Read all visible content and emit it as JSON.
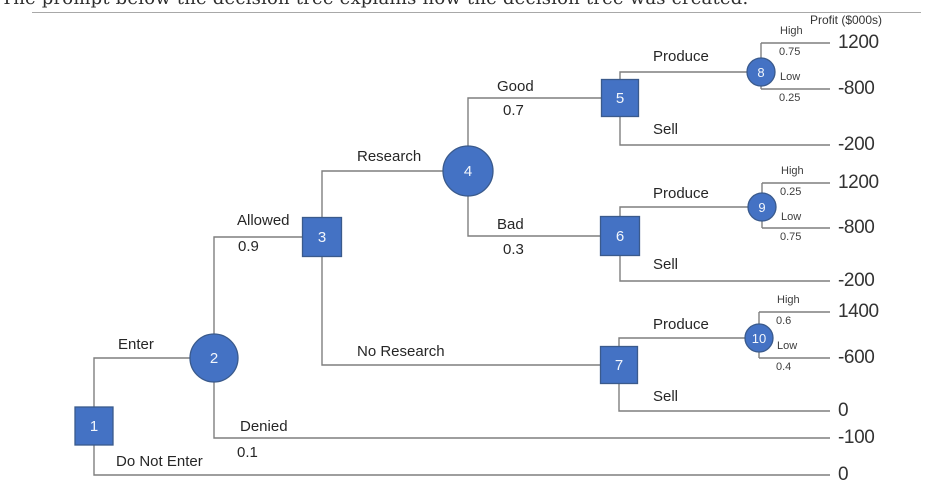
{
  "document": {
    "heading": "The prompt below the decision tree explains how the decision tree was created."
  },
  "figure": {
    "axis_label": "Profit ($000s)",
    "colors": {
      "node_fill": "#4472C4",
      "node_border": "#3A5A8C",
      "line": "#7f7f7f",
      "label_text": "#262626"
    },
    "nodes": [
      {
        "id": "1",
        "type": "decision"
      },
      {
        "id": "2",
        "type": "chance"
      },
      {
        "id": "3",
        "type": "decision"
      },
      {
        "id": "4",
        "type": "chance"
      },
      {
        "id": "5",
        "type": "decision"
      },
      {
        "id": "6",
        "type": "decision"
      },
      {
        "id": "7",
        "type": "decision"
      },
      {
        "id": "8",
        "type": "chance"
      },
      {
        "id": "9",
        "type": "chance"
      },
      {
        "id": "10",
        "type": "chance"
      }
    ],
    "branches": [
      {
        "id": "enter",
        "label": "Enter"
      },
      {
        "id": "do-not-enter",
        "label": "Do Not Enter"
      },
      {
        "id": "allowed",
        "label": "Allowed",
        "probability": "0.9"
      },
      {
        "id": "denied",
        "label": "Denied",
        "probability": "0.1"
      },
      {
        "id": "research",
        "label": "Research"
      },
      {
        "id": "no-research",
        "label": "No Research"
      },
      {
        "id": "good",
        "label": "Good",
        "probability": "0.7"
      },
      {
        "id": "bad",
        "label": "Bad",
        "probability": "0.3"
      },
      {
        "id": "produce-5",
        "label": "Produce"
      },
      {
        "id": "sell-5",
        "label": "Sell"
      },
      {
        "id": "produce-6",
        "label": "Produce"
      },
      {
        "id": "sell-6",
        "label": "Sell"
      },
      {
        "id": "produce-7",
        "label": "Produce"
      },
      {
        "id": "sell-7",
        "label": "Sell"
      },
      {
        "id": "high-8",
        "label": "High",
        "probability": "0.75"
      },
      {
        "id": "low-8",
        "label": "Low",
        "probability": "0.25"
      },
      {
        "id": "high-9",
        "label": "High",
        "probability": "0.25"
      },
      {
        "id": "low-9",
        "label": "Low",
        "probability": "0.75"
      },
      {
        "id": "high-10",
        "label": "High",
        "probability": "0.6"
      },
      {
        "id": "low-10",
        "label": "Low",
        "probability": "0.4"
      }
    ],
    "payoffs": [
      "1200",
      "-800",
      "-200",
      "1200",
      "-800",
      "-200",
      "1400",
      "-600",
      "0",
      "-100",
      "0"
    ]
  }
}
